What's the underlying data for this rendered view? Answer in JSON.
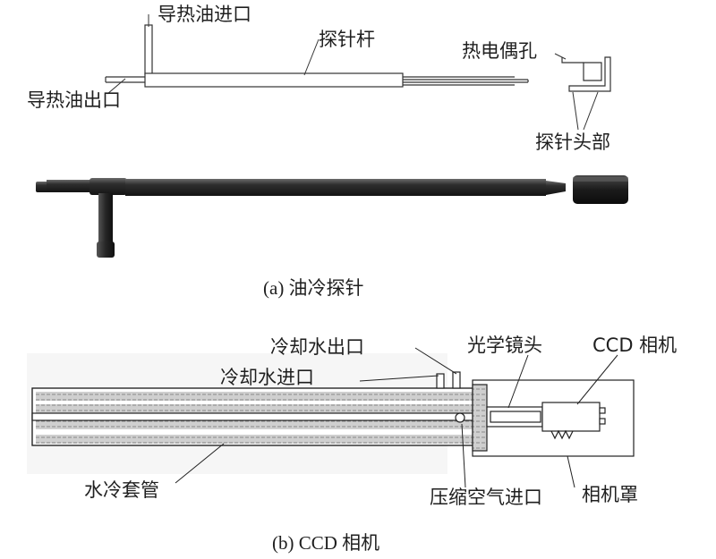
{
  "panel_a": {
    "labels": {
      "oil_inlet": "导热油进口",
      "probe_rod": "探针杆",
      "thermocouple_hole": "热电偶孔",
      "oil_outlet": "导热油出口",
      "probe_head": "探针头部"
    },
    "caption": "(a) 油冷探针"
  },
  "panel_b": {
    "labels": {
      "water_outlet": "冷却水出口",
      "optical_lens": "光学镜头",
      "ccd_camera": "CCD 相机",
      "water_inlet": "冷却水进口",
      "water_jacket": "水冷套管",
      "air_inlet": "压缩空气进口",
      "camera_cover": "相机罩"
    },
    "caption": "(b) CCD 相机"
  }
}
